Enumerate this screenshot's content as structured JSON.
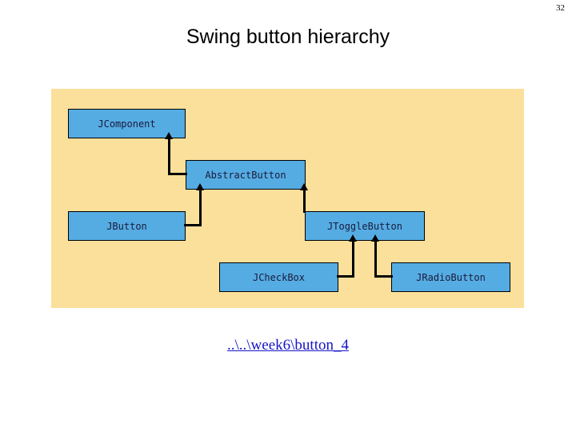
{
  "slide": {
    "page_number": "32",
    "title": "Swing button hierarchy",
    "link_label": "..\\..\\week6\\button_4"
  },
  "colors": {
    "panel_background": "#FBE09C",
    "node_fill": "#55ACE3",
    "node_border": "#000000",
    "link_color": "#1414C8",
    "slide_background": "#FFFFFF"
  },
  "diagram": {
    "type": "class-hierarchy",
    "nodes": [
      {
        "id": "jcomponent",
        "label": "JComponent"
      },
      {
        "id": "abstractbutton",
        "label": "AbstractButton"
      },
      {
        "id": "jbutton",
        "label": "JButton"
      },
      {
        "id": "jtogglebutton",
        "label": "JToggleButton"
      },
      {
        "id": "jcheckbox",
        "label": "JCheckBox"
      },
      {
        "id": "jradiobutton",
        "label": "JRadioButton"
      }
    ],
    "edges": [
      {
        "from": "abstractbutton",
        "to": "jcomponent",
        "kind": "inheritance"
      },
      {
        "from": "jbutton",
        "to": "abstractbutton",
        "kind": "inheritance"
      },
      {
        "from": "jtogglebutton",
        "to": "abstractbutton",
        "kind": "inheritance"
      },
      {
        "from": "jcheckbox",
        "to": "jtogglebutton",
        "kind": "inheritance"
      },
      {
        "from": "jradiobutton",
        "to": "jtogglebutton",
        "kind": "inheritance"
      }
    ]
  }
}
